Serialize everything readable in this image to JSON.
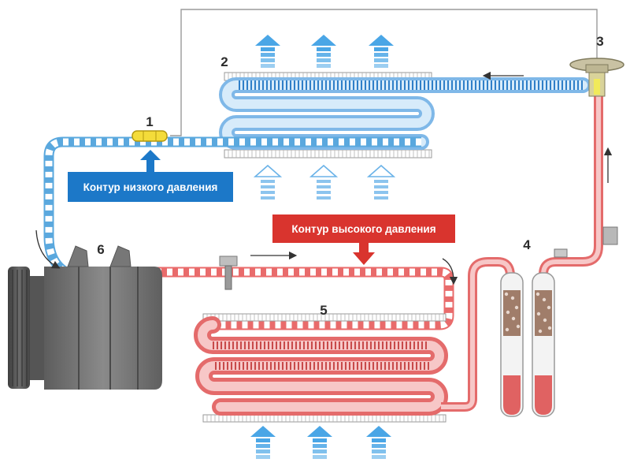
{
  "labels": {
    "low_pressure": "Контур низкого давления",
    "high_pressure": "Контур высокого давления"
  },
  "components": {
    "n1": "1",
    "n2": "2",
    "n3": "3",
    "n4": "4",
    "n5": "5",
    "n6": "6"
  },
  "colors": {
    "low_pressure": "#5aa8de",
    "low_label_bg": "#1c78c8",
    "high_pressure": "#e96b6b",
    "high_label_bg": "#d9342e",
    "airflow_arrow": "#4aa6e6",
    "compressor": "#6f6f6f"
  }
}
